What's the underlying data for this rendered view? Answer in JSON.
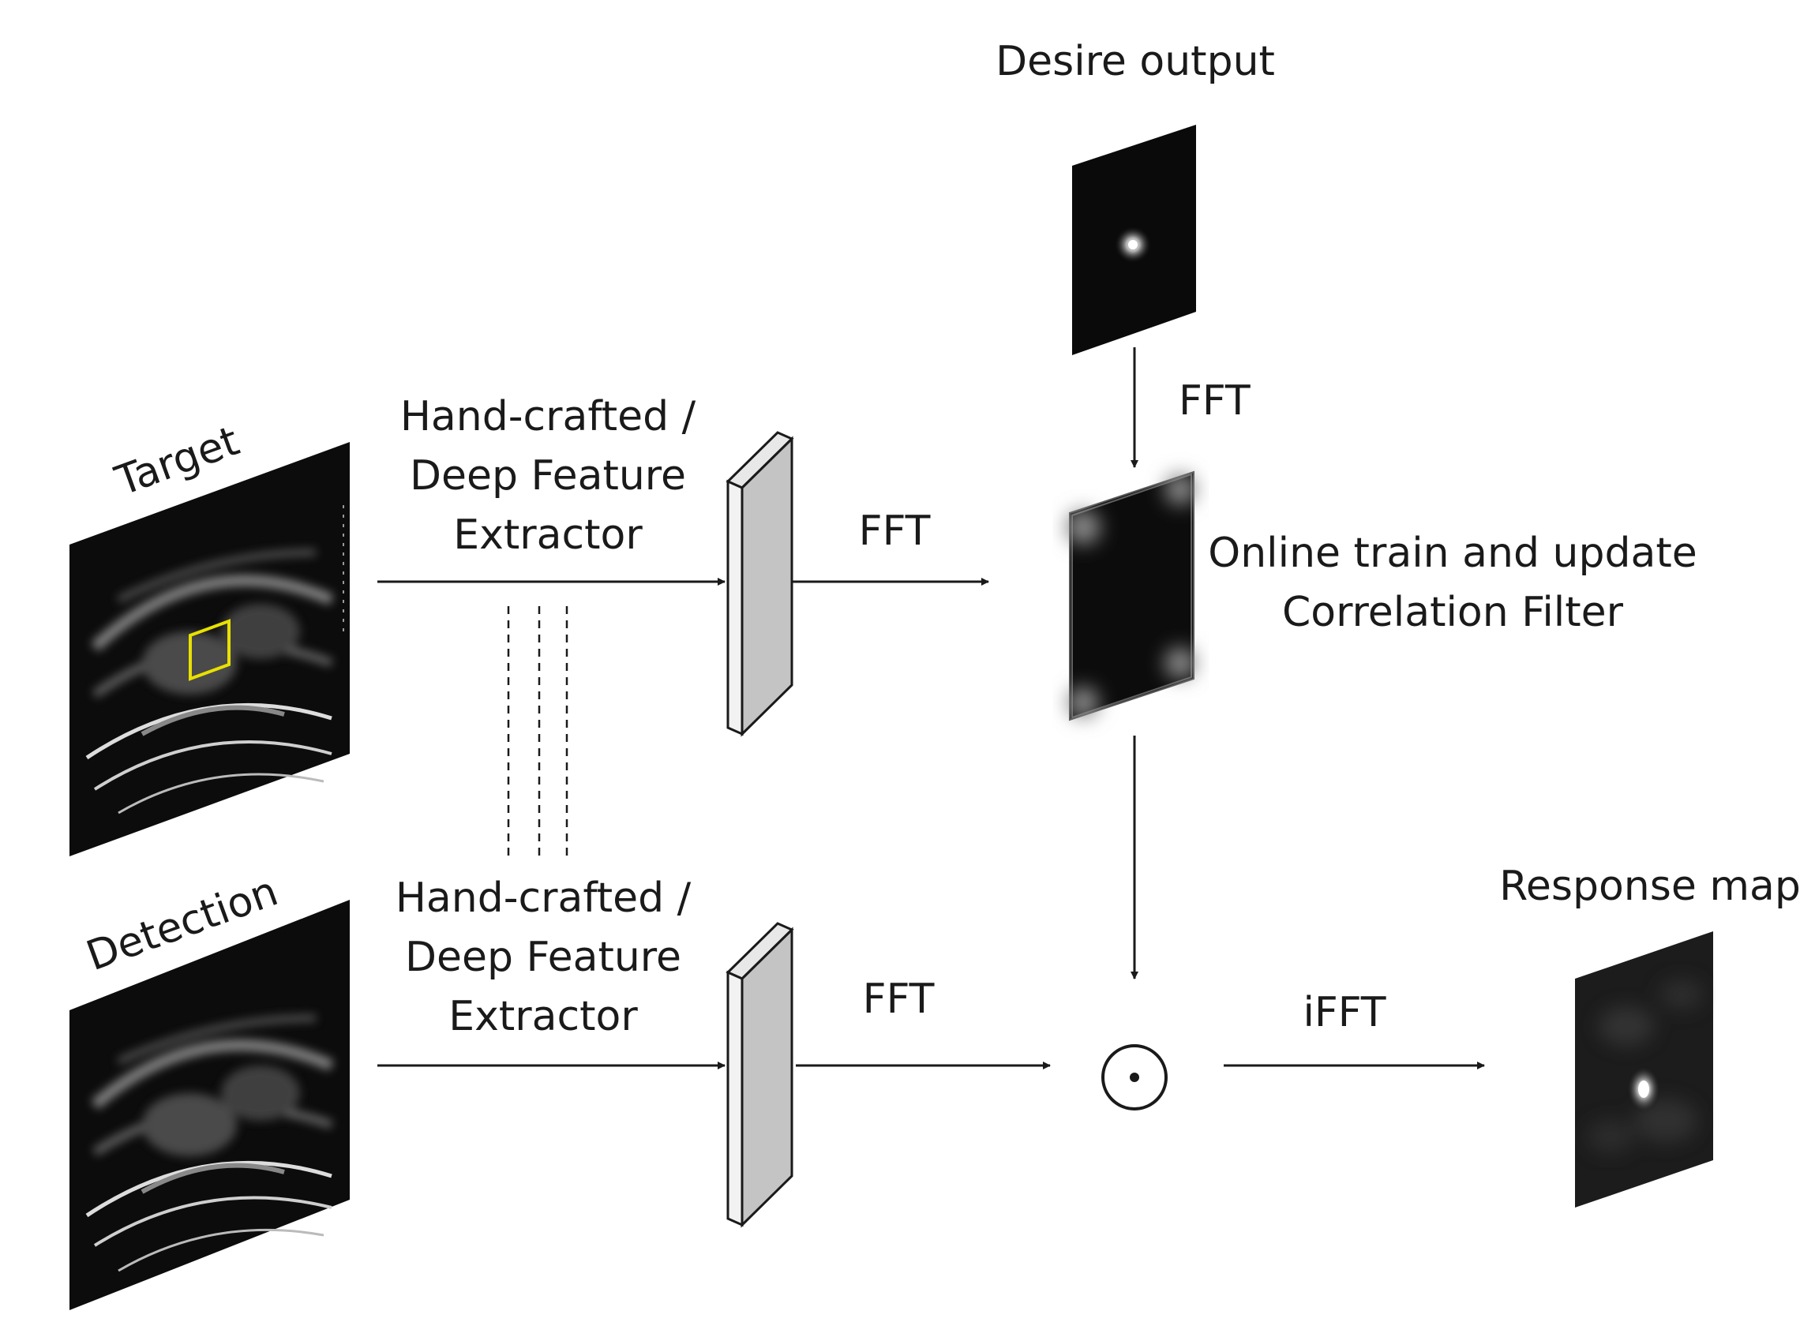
{
  "labels": {
    "target": "Target",
    "detection": "Detection",
    "desire_output": "Desire output",
    "response_map": "Response map",
    "extractor_top": [
      "Hand-crafted /",
      "Deep Feature",
      "Extractor"
    ],
    "extractor_bottom": [
      "Hand-crafted /",
      "Deep Feature",
      "Extractor"
    ],
    "fft_desired": "FFT",
    "fft_top": "FFT",
    "fft_bottom": "FFT",
    "ifft": "iFFT",
    "correlation_filter": [
      "Online train and update",
      "Correlation Filter"
    ],
    "elementwise_op": "⊙"
  },
  "colors": {
    "line": "#1a1a1a",
    "feature_face": "#c4c4c4",
    "feature_side": "#e8e8e8",
    "image_bg": "#0c0c0c",
    "target_box": "#e8e000"
  }
}
